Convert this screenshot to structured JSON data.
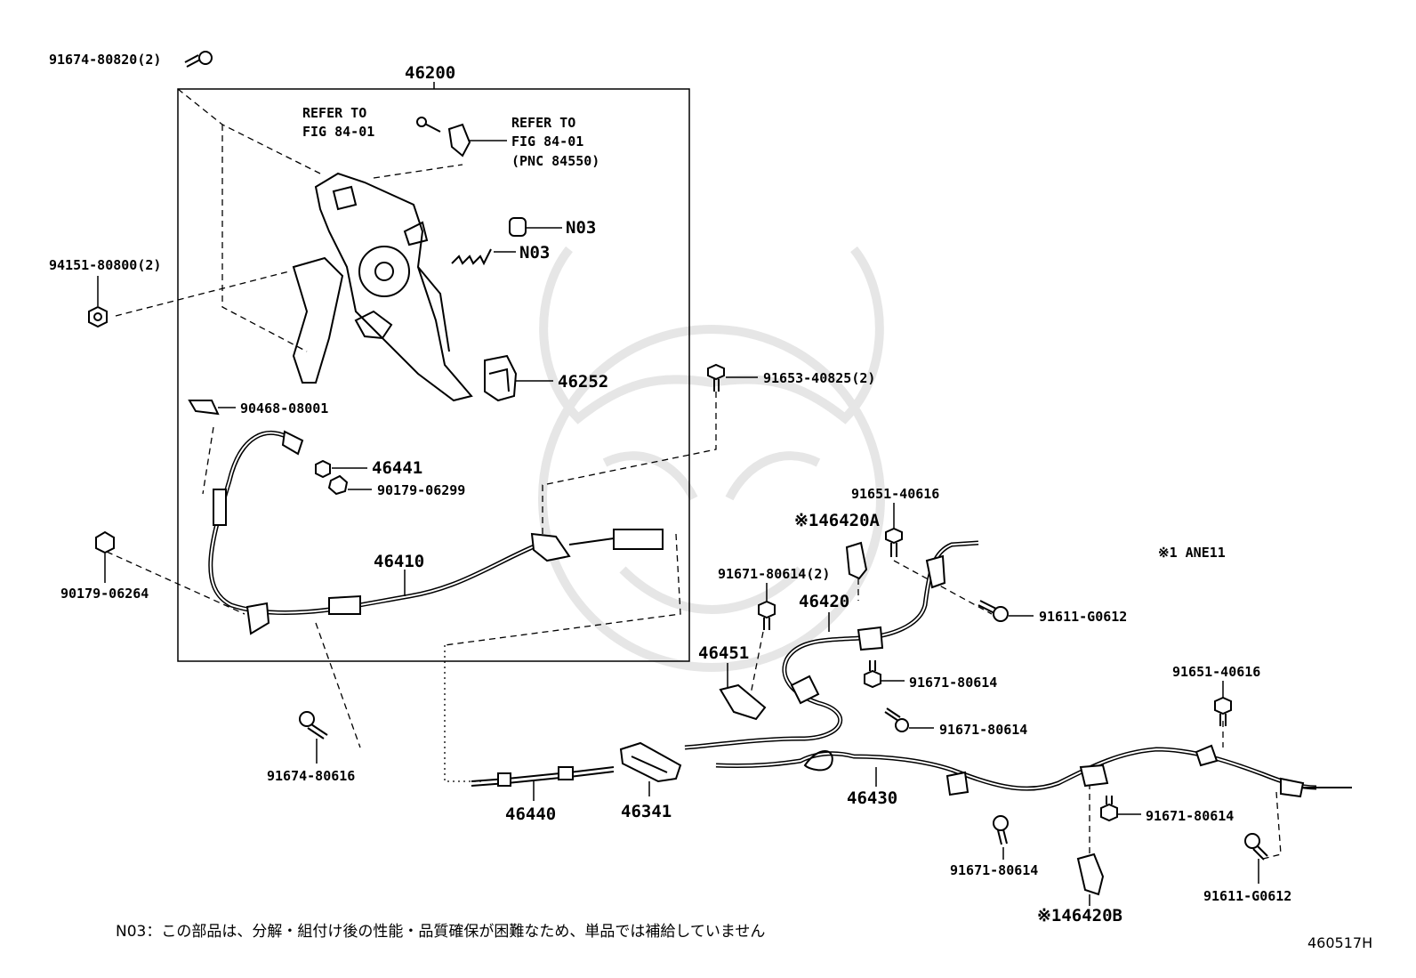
{
  "diagram": {
    "figure_code": "460517H",
    "footnote": "N03：この部品は、分解・組付け後の性能・品質確保が困難なため、単品では補給していません",
    "variant_note": "※1 ANE11",
    "labels": {
      "p46200": "46200",
      "p91674_80820": "91674-80820(2)",
      "refer1_line1": "REFER TO",
      "refer1_line2": "FIG 84-01",
      "refer2_line1": "REFER TO",
      "refer2_line2": "FIG 84-01",
      "refer2_line3": "(PNC 84550)",
      "n03_a": "N03",
      "n03_b": "N03",
      "p94151_80800": "94151-80800(2)",
      "p46252": "46252",
      "p90468_08001": "90468-08001",
      "p46441": "46441",
      "p90179_06299": "90179-06299",
      "p46410": "46410",
      "p90179_06264": "90179-06264",
      "p91674_80616": "91674-80616",
      "p91653_40825": "91653-40825(2)",
      "p91651_40616_a": "91651-40616",
      "p46420A": "※146420A",
      "p91671_80614_2": "91671-80614(2)",
      "p46420": "46420",
      "p91611_G0612_a": "91611-G0612",
      "p46451": "46451",
      "p91671_80614_a": "91671-80614",
      "p91671_80614_b": "91671-80614",
      "p46440": "46440",
      "p46341": "46341",
      "p46430": "46430",
      "p91651_40616_b": "91651-40616",
      "p91671_80614_c": "91671-80614",
      "p91671_80614_d": "91671-80614",
      "p91611_G0612_b": "91611-G0612",
      "p46420B": "※146420B"
    }
  }
}
